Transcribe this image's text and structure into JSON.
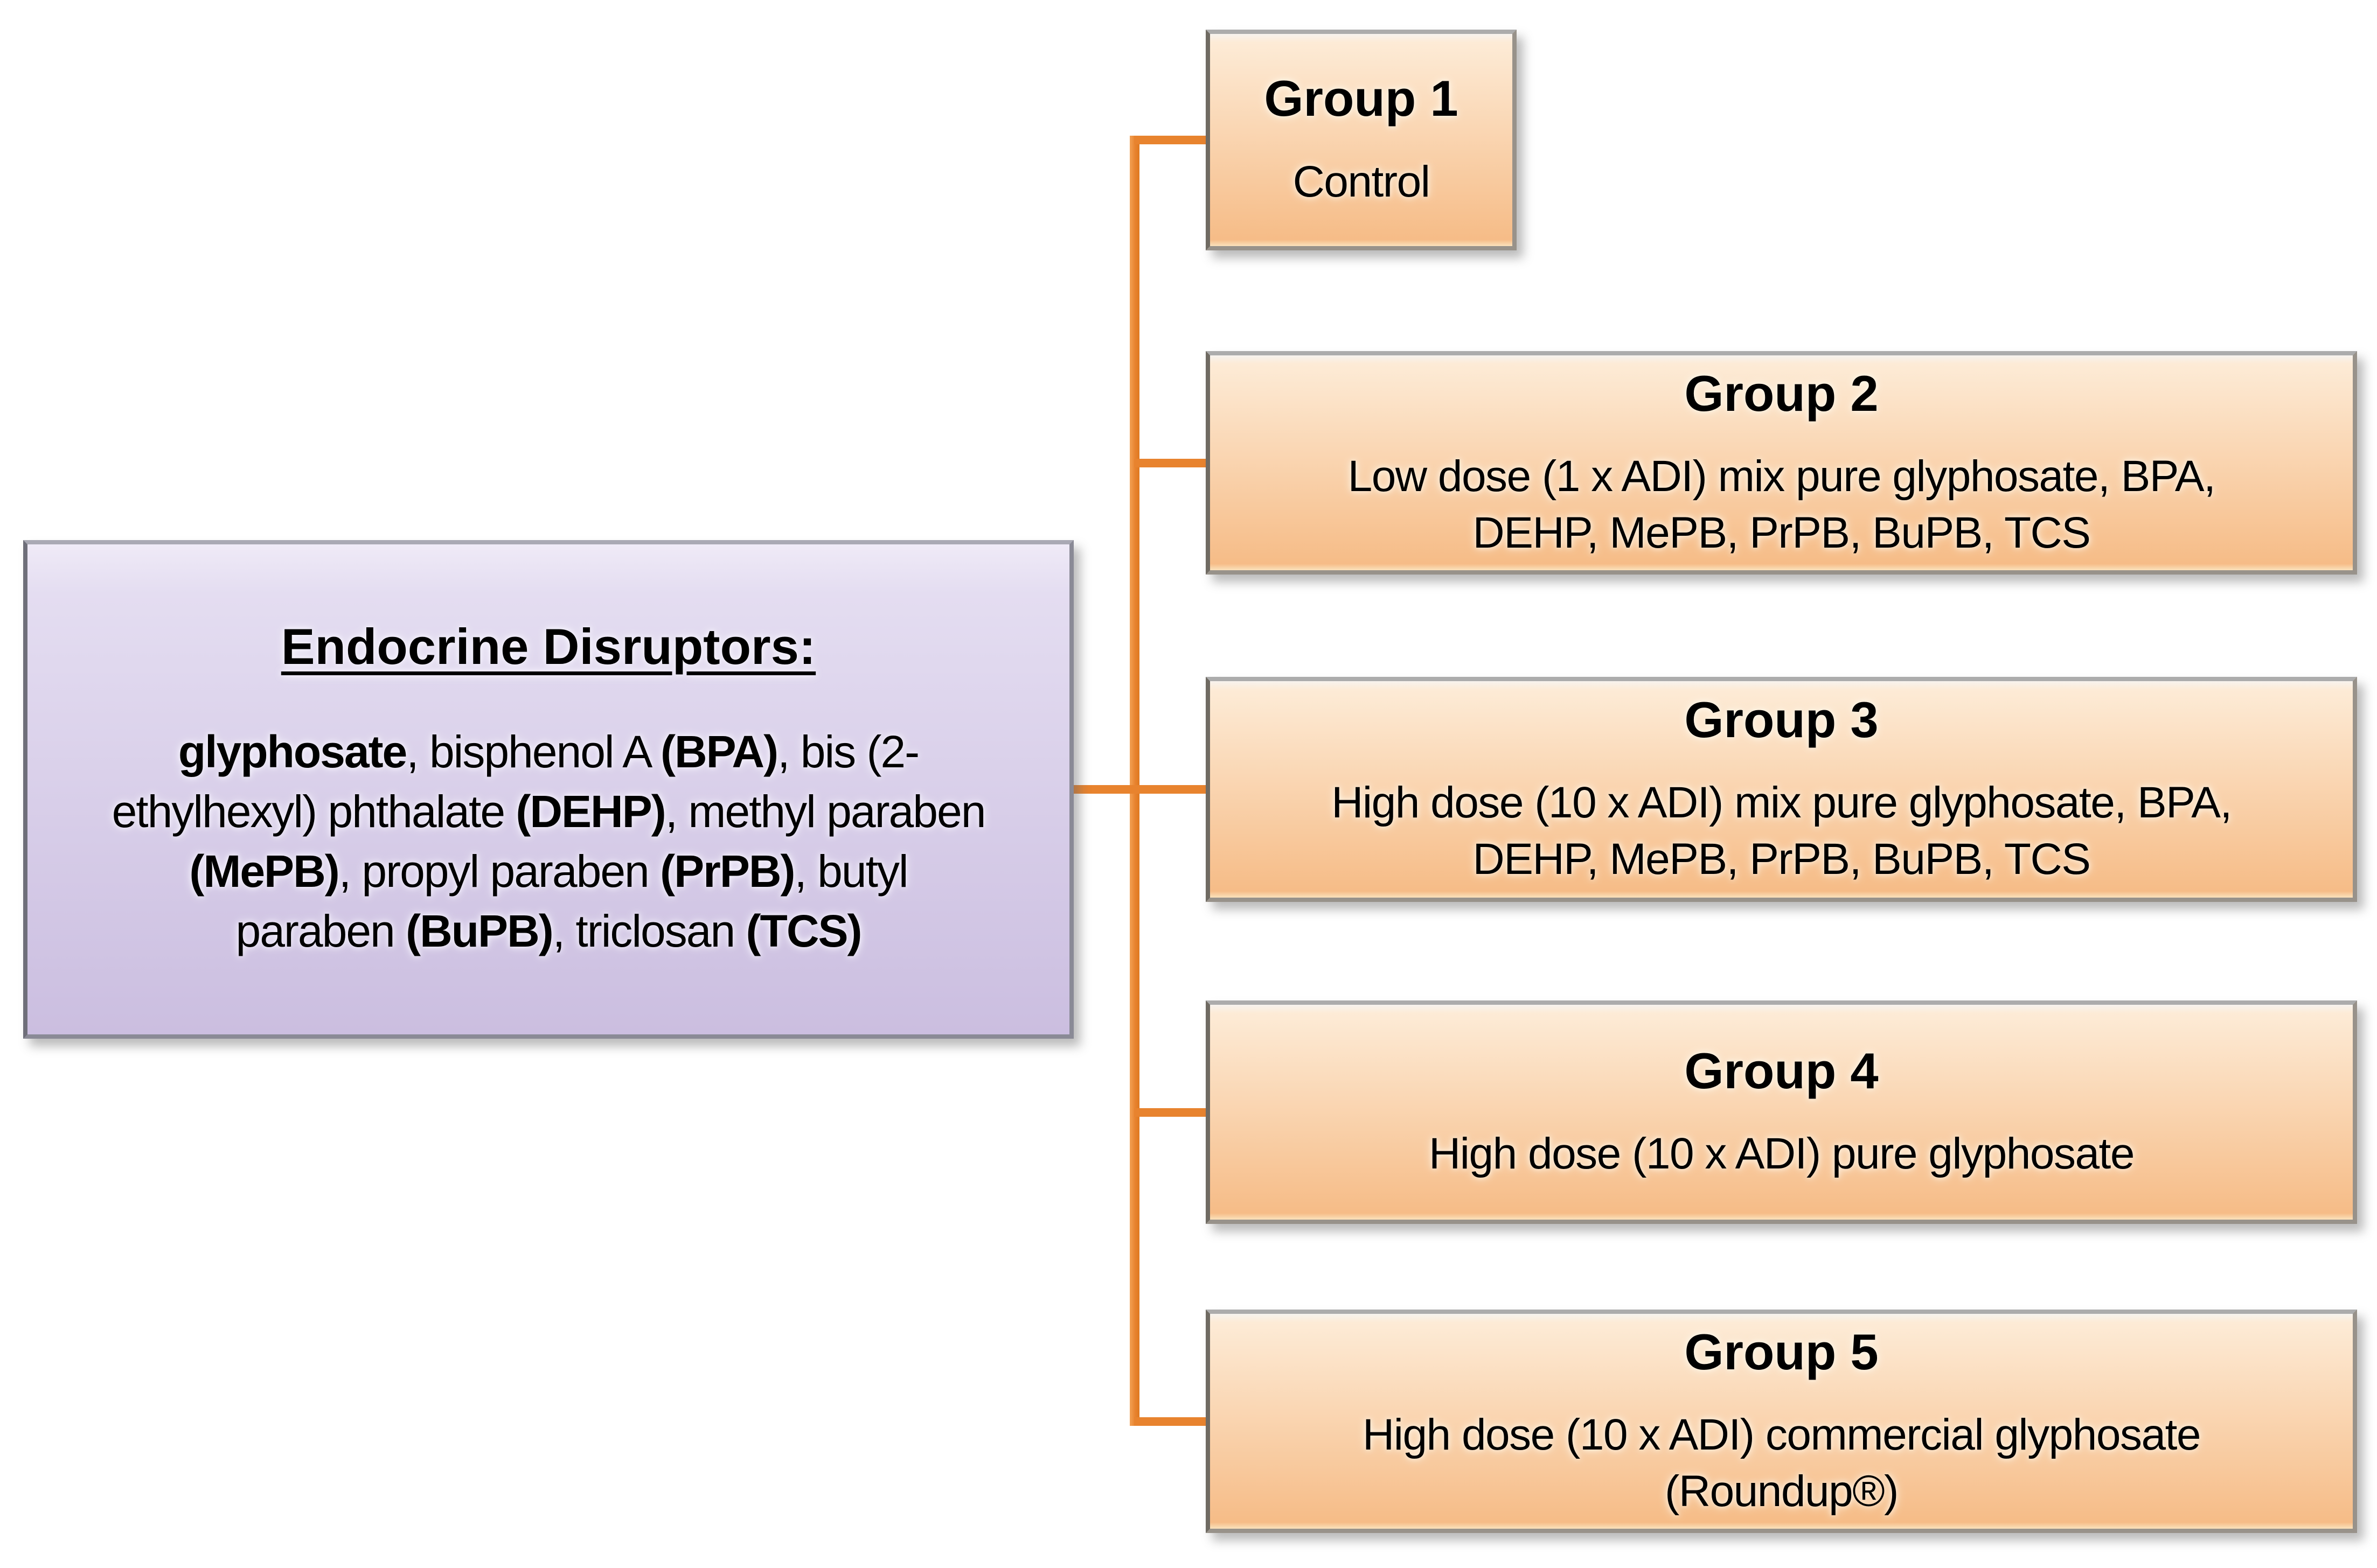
{
  "figure": {
    "colors": {
      "connector": "#E8832E",
      "orange_box_top": "#FDEBD6",
      "orange_box_bottom": "#F6BC87",
      "orange_box_border": "#98928A",
      "purple_box_top": "#E4DDF1",
      "purple_box_bottom": "#CBBEE0",
      "purple_box_border": "#8A8A96",
      "text": "#000000",
      "background": "#FFFFFF"
    },
    "source_box": {
      "title": "Endocrine Disruptors:",
      "body_lines": [
        [
          {
            "text": "glyphosate",
            "bold": true
          },
          {
            "text": ", bisphenol A ",
            "bold": false
          },
          {
            "text": "(BPA)",
            "bold": true
          },
          {
            "text": ", bis (2-",
            "bold": false
          }
        ],
        [
          {
            "text": "ethylhexyl) phthalate ",
            "bold": false
          },
          {
            "text": "(DEHP)",
            "bold": true
          },
          {
            "text": ", methyl paraben",
            "bold": false
          }
        ],
        [
          {
            "text": "(MePB)",
            "bold": true
          },
          {
            "text": ", propyl paraben ",
            "bold": false
          },
          {
            "text": "(PrPB)",
            "bold": true
          },
          {
            "text": ", butyl",
            "bold": false
          }
        ],
        [
          {
            "text": "paraben ",
            "bold": false
          },
          {
            "text": "(BuPB)",
            "bold": true
          },
          {
            "text": ", triclosan ",
            "bold": false
          },
          {
            "text": "(TCS)",
            "bold": true
          }
        ]
      ]
    },
    "groups": [
      {
        "title": "Group 1",
        "lines": [
          "Control"
        ]
      },
      {
        "title": "Group 2",
        "lines": [
          "Low dose (1 x ADI) mix pure glyphosate, BPA,",
          "DEHP, MePB, PrPB, BuPB, TCS"
        ]
      },
      {
        "title": "Group 3",
        "lines": [
          "High dose (10 x ADI) mix pure glyphosate, BPA,",
          "DEHP, MePB, PrPB, BuPB, TCS"
        ]
      },
      {
        "title": "Group 4",
        "lines": [
          "High dose (10 x ADI) pure glyphosate"
        ]
      },
      {
        "title": "Group 5",
        "lines": [
          "High dose (10 x ADI) commercial glyphosate",
          "(Roundup®)"
        ]
      }
    ]
  }
}
